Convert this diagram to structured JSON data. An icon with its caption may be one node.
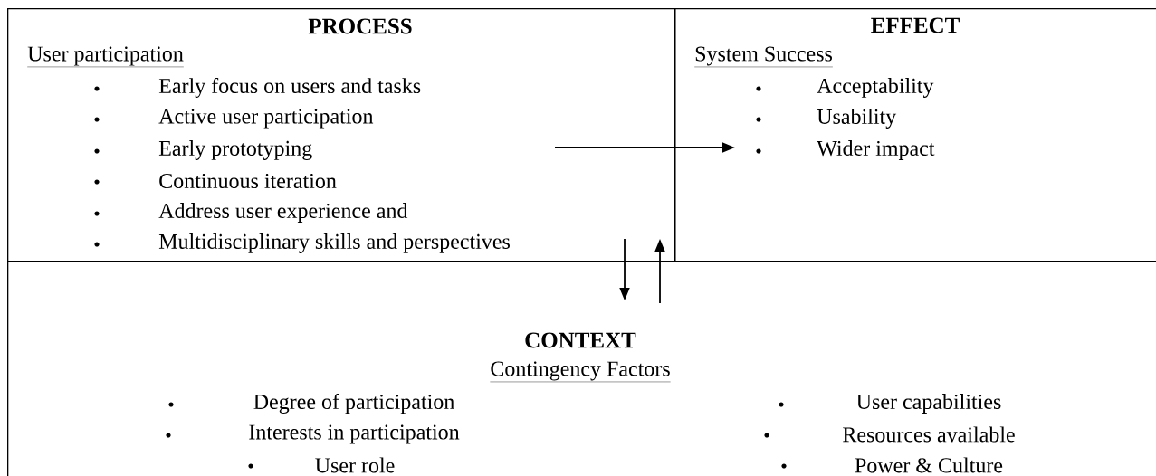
{
  "diagram": {
    "nodes": [
      {
        "text": [
          "PROCESS",
          "User participation",
          "Early focus on users and tasks",
          "Active user participation",
          "Early prototyping",
          "Continuous iteration",
          "Address user experience and",
          "Multidisciplinary skills and perspectives"
        ]
      },
      {
        "text": [
          "EFFECT",
          "System Success",
          "Acceptability",
          "Usability",
          "Wider impact"
        ]
      },
      {
        "text": [
          "CONTEXT",
          "Contingency Factors",
          "Degree of participation",
          "Interests in participation",
          "User role",
          "User capabilities",
          "Resources available",
          "Power & Culture"
        ]
      }
    ],
    "edges": [
      {
        "from": 0,
        "to": 1,
        "arrow": "to"
      },
      {
        "from": 0,
        "to": 2,
        "arrow": "to"
      },
      {
        "from": 2,
        "to": 0,
        "arrow": "to"
      }
    ]
  }
}
